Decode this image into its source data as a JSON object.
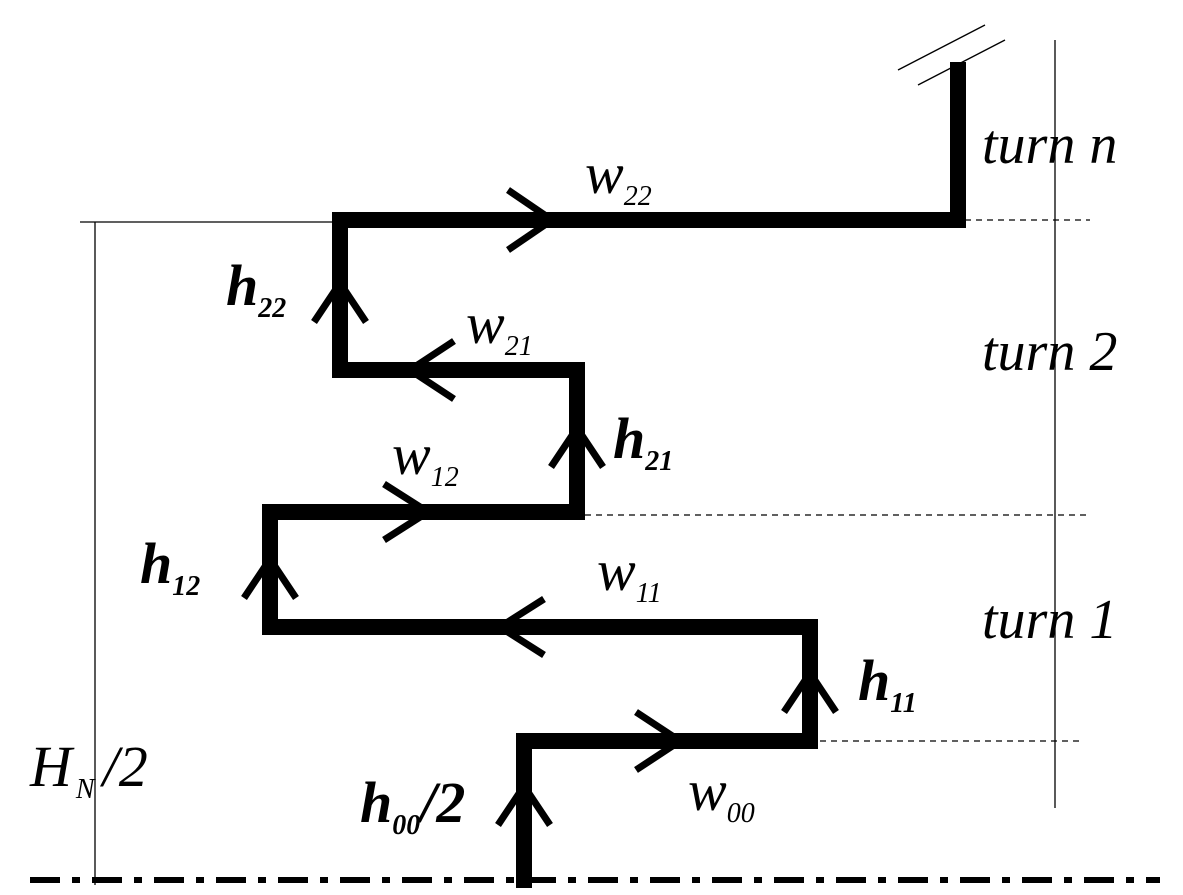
{
  "labels": {
    "w22": {
      "main": "w",
      "sub": "22"
    },
    "h22": {
      "main": "h",
      "sub": "22"
    },
    "w21": {
      "main": "w",
      "sub": "21"
    },
    "h21": {
      "main": "h",
      "sub": "21"
    },
    "w12": {
      "main": "w",
      "sub": "12"
    },
    "h12": {
      "main": "h",
      "sub": "12"
    },
    "w11": {
      "main": "w",
      "sub": "11"
    },
    "h11": {
      "main": "h",
      "sub": "11"
    },
    "w00": {
      "main": "w",
      "sub": "00"
    },
    "h00": {
      "main": "h",
      "sub": "00",
      "suffix": "/2"
    },
    "HN": {
      "main": "H",
      "sub": "N",
      "suffix": "/2"
    }
  },
  "turns": {
    "n": "turn n",
    "two": "turn 2",
    "one": "turn 1"
  }
}
